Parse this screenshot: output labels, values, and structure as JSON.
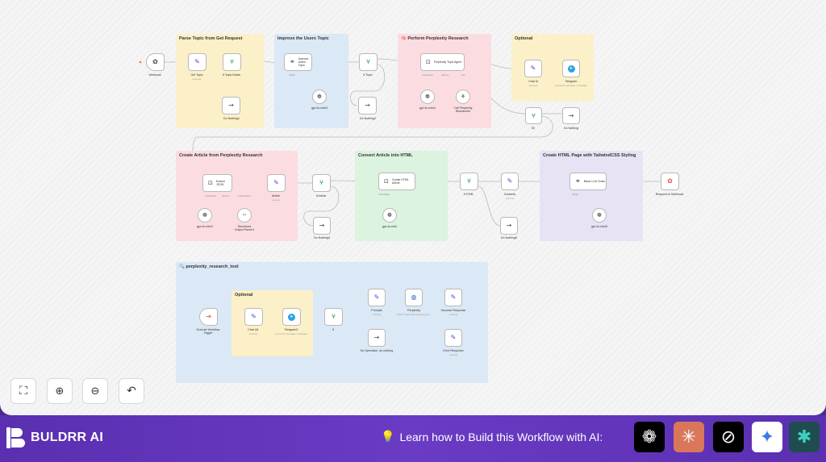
{
  "groups": [
    {
      "id": "parse",
      "title": "Parse Topic from Get Request",
      "color": "#fcf0c8"
    },
    {
      "id": "improve",
      "title": "Improve the Users Topic",
      "color": "#dbe8f5"
    },
    {
      "id": "perplexity",
      "title": "🧠 Perform Perplexity Research",
      "color": "#fbdde1"
    },
    {
      "id": "optional1",
      "title": "Optional",
      "color": "#fcf0c8"
    },
    {
      "id": "article",
      "title": "Create Article from Perplexity Research",
      "color": "#fbdde1"
    },
    {
      "id": "html",
      "title": "Convert Article into HTML",
      "color": "#dcf3df"
    },
    {
      "id": "tailwind",
      "title": "Create HTML Page with TailwindCSS Styling",
      "color": "#e7e3f5"
    },
    {
      "id": "tool",
      "title": "🔍 perplexity_research_tool",
      "color": "#dbe8f5"
    },
    {
      "id": "optional2",
      "title": "Optional",
      "color": "#fcf0c8"
    }
  ],
  "nodes": {
    "webhook": {
      "label": "Webhook",
      "icon": "webhook-logo-icon"
    },
    "get_topic": {
      "label": "Get Topic",
      "sub": "execute",
      "icon": "pencil-icon"
    },
    "if_topic_exists": {
      "label": "If Topic Exists",
      "icon": "split-icon"
    },
    "do_nothing_1": {
      "label": "Do Nothing1",
      "icon": "arrow-right-icon"
    },
    "improve_topic": {
      "label": "Improve Users Topic",
      "icon": "link-icon"
    },
    "gpt_improve": {
      "label": "gpt-4o-mini3",
      "icon": "openai-icon"
    },
    "if_topic": {
      "label": "If Topic",
      "icon": "split-icon"
    },
    "do_nothing_2": {
      "label": "Do Nothing2",
      "icon": "arrow-right-icon"
    },
    "perplexity_agent": {
      "label": "Perplexity Topic Agent",
      "icon": "robot-icon"
    },
    "gpt_agent": {
      "label": "gpt-4o-mini4",
      "icon": "openai-icon"
    },
    "call_perplexity": {
      "label": "Call Perplexity Researcher",
      "icon": "tool-icon"
    },
    "chat_id": {
      "label": "Chat Id",
      "sub": "execute",
      "icon": "pencil-icon"
    },
    "telegram": {
      "label": "Telegram",
      "sub": "send text message / message",
      "icon": "telegram-icon"
    },
    "if2": {
      "label": "If2",
      "icon": "split-icon"
    },
    "do_nothing": {
      "label": "Do Nothing",
      "icon": "arrow-right-icon"
    },
    "extract_json": {
      "label": "Extract JSON",
      "icon": "robot-icon"
    },
    "article": {
      "label": "Article",
      "sub": "execute",
      "icon": "pencil-icon"
    },
    "gpt_article": {
      "label": "gpt-4o-mini2",
      "icon": "openai-icon"
    },
    "structured_parser": {
      "label": "Structured Output Parser1",
      "icon": "code-icon"
    },
    "if_article": {
      "label": "If Article",
      "icon": "split-icon"
    },
    "do_nothing_3": {
      "label": "Do Nothing3",
      "icon": "arrow-right-icon"
    },
    "create_html": {
      "label": "Create HTML Article",
      "icon": "robot-icon"
    },
    "gpt_html": {
      "label": "gpt-4o-mini",
      "icon": "openai-icon"
    },
    "if_html": {
      "label": "If HTML",
      "icon": "split-icon"
    },
    "contents": {
      "label": "Contents",
      "sub": "execute",
      "icon": "pencil-icon"
    },
    "do_nothing_5": {
      "label": "Do Nothing5",
      "icon": "arrow-right-icon"
    },
    "basic_llm": {
      "label": "Basic LLM Chain",
      "icon": "link-icon"
    },
    "gpt_llm": {
      "label": "gpt-4o-mini5",
      "icon": "openai-icon"
    },
    "respond_webhook": {
      "label": "Respond to Webhook",
      "icon": "webhook-logo-icon"
    },
    "execute_trigger": {
      "label": "Execute Workflow Trigger",
      "icon": "exit-icon"
    },
    "chat_id_2": {
      "label": "Chat Id1",
      "sub": "execute",
      "icon": "pencil-icon"
    },
    "telegram_2": {
      "label": "Telegram2",
      "sub": "send text message / message",
      "icon": "telegram-icon"
    },
    "if_tool": {
      "label": "If",
      "icon": "split-icon"
    },
    "prompts": {
      "label": "Prompts",
      "sub": "execute",
      "icon": "pencil-icon"
    },
    "perplexity_http": {
      "label": "Perplexity",
      "sub": "POST: https://api.perplexity.ai/...",
      "icon": "globe-icon"
    },
    "success_response": {
      "label": "Success Response",
      "sub": "execute",
      "icon": "pencil-icon"
    },
    "no_op": {
      "label": "No Operation, do nothing",
      "icon": "arrow-right-icon"
    },
    "error_response": {
      "label": "Error Response",
      "sub": "execute",
      "icon": "pencil-icon"
    }
  },
  "ports": {
    "true": "true",
    "false": "false",
    "model": "Model",
    "chat_model": "Chat Model",
    "memory": "Memory",
    "tool": "Tool",
    "output_parser": "Output Parser"
  },
  "controls": [
    {
      "name": "fit-view",
      "icon": "expand-icon"
    },
    {
      "name": "zoom-in",
      "icon": "zoom-in-icon"
    },
    {
      "name": "zoom-out",
      "icon": "zoom-out-icon"
    },
    {
      "name": "undo",
      "icon": "undo-icon"
    }
  ],
  "footer": {
    "brand": "BULDRR AI",
    "cta": "Learn how to Build this Workflow with AI:",
    "ai_tools": [
      {
        "name": "chatgpt",
        "icon": "chatgpt-icon",
        "bg": "#000000"
      },
      {
        "name": "claude",
        "icon": "claude-icon",
        "bg": "#d9775a"
      },
      {
        "name": "grok",
        "icon": "grok-icon",
        "bg": "#000000"
      },
      {
        "name": "gemini",
        "icon": "gemini-icon",
        "bg": "#ffffff"
      },
      {
        "name": "perplexity",
        "icon": "perplexity-icon",
        "bg": "#1f4d4f"
      }
    ]
  }
}
